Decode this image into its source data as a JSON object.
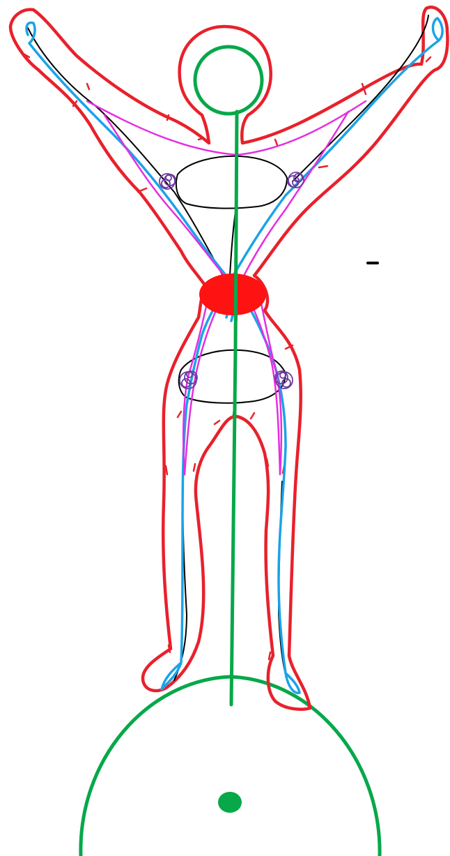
{
  "colors": {
    "outline": "#e8212b",
    "skeleton": "#000000",
    "channel_blue": "#1aa3e8",
    "channel_magenta": "#e52ee0",
    "node_purple": "#6a3aa0",
    "axis_green": "#06a84a",
    "center_red": "#ff1212",
    "background": "#ffffff"
  },
  "elements": [
    "body-outline",
    "head-circle",
    "central-axis",
    "center-disc",
    "chest-oval",
    "pelvis-oval",
    "blue-channels",
    "magenta-channels",
    "joint-spirals",
    "ground-arc",
    "ground-dot",
    "small-dash"
  ]
}
